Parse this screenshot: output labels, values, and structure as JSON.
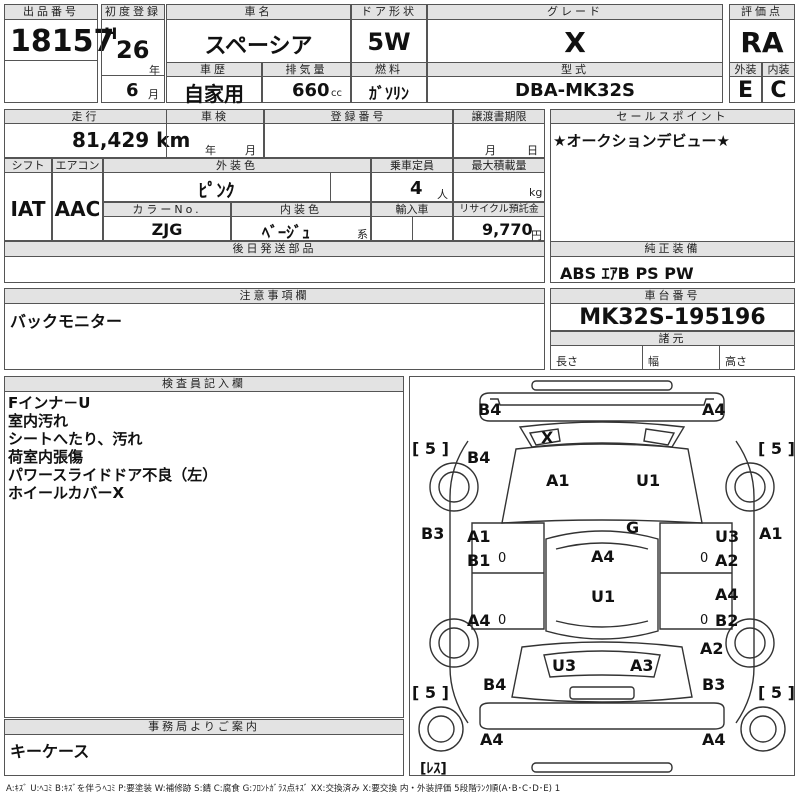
{
  "headers": {
    "lot_no": "出品番号",
    "first_reg": "初度登録",
    "car_name": "車名",
    "door": "ドア形状",
    "grade": "グレード",
    "rating": "評価点",
    "history": "車歴",
    "displacement": "排気量",
    "fuel": "燃料",
    "model_type": "型式",
    "exterior": "外装",
    "interior": "内装",
    "mileage": "走行",
    "inspection": "車検",
    "reg_no": "登録番号",
    "transfer_deadline": "譲渡書期限",
    "sales_point": "セールスポイント",
    "shift": "シフト",
    "aircon": "エアコン",
    "ext_color": "外装色",
    "capacity": "乗車定員",
    "max_load": "最大積載量",
    "color_no": "カラーNo.",
    "int_color": "内装色",
    "import": "輸入車",
    "recycle": "リサイクル預託金",
    "later_parts": "後日発送部品",
    "genuine": "純正装備",
    "caution": "注意事項欄",
    "chassis_no": "車台番号",
    "specs": "諸元",
    "inspector": "検査員記入欄",
    "office": "事務局よりご案内"
  },
  "lot_no": "18157",
  "era": "H",
  "year": "26",
  "year_unit": "年",
  "month": "6",
  "month_unit": "月",
  "car_name": "スペーシア",
  "door": "5W",
  "grade": "X",
  "rating": "RA",
  "history": "自家用",
  "displacement": "660",
  "displacement_unit": "cc",
  "fuel": "ｶﾞｿﾘﾝ",
  "model_type": "DBA-MK32S",
  "exterior_grade": "E",
  "interior_grade": "C",
  "mileage": "81,429 km",
  "inspection_year_unit": "年",
  "inspection_month_unit": "月",
  "transfer_month_unit": "月",
  "transfer_day_unit": "日",
  "sales_point_text": "★オークションデビュー★",
  "shift": "IAT",
  "aircon": "AAC",
  "ext_color": "ﾋﾟﾝｸ",
  "capacity": "4",
  "capacity_unit": "人",
  "max_load_unit": "kg",
  "color_no": "ZJG",
  "int_color": "ﾍﾞｰｼﾞｭ",
  "int_color_suffix": "系",
  "recycle": "9,770",
  "recycle_unit": "円",
  "genuine": "ABS ｴｱB PS PW",
  "caution_text": "バックモニター",
  "chassis_no": "MK32S-195196",
  "spec_length": "長さ",
  "spec_width": "幅",
  "spec_height": "高さ",
  "inspector_notes": [
    "Fインナ－U",
    "室内汚れ",
    "シートへたり、汚れ",
    "荷室内張傷",
    "パワースライドドア不良（左）",
    "ホイールカバーX"
  ],
  "office_text": "キーケース",
  "diagram": {
    "b4_tl": "B4",
    "a4_tr": "A4",
    "x_glass": "X",
    "tire_fl": "[ 5 ]",
    "tire_fr": "[ 5 ]",
    "b4_l": "B4",
    "a1_hood": "A1",
    "u1_hood": "U1",
    "b3_l": "B3",
    "a1_r": "A1",
    "a1_ld": "A1",
    "b1_ld": "B1",
    "zero_l": "0",
    "g_glass": "G",
    "u3_rd": "U3",
    "a2_rd": "A2",
    "zero_r": "0",
    "a4_roof": "A4",
    "u1_roof": "U1",
    "a4_rr": "A4",
    "b2_rr": "B2",
    "zero_l2": "0",
    "zero_r2": "0",
    "a4_lr": "A4",
    "a2_r": "A2",
    "u3_rear": "U3",
    "a3_rear": "A3",
    "b4_lq": "B4",
    "b3_rq": "B3",
    "tire_rl": "[ 5 ]",
    "tire_rr": "[ 5 ]",
    "a4_bl": "A4",
    "a4_br": "A4",
    "spare": "[ﾚｽ]"
  },
  "legend": "A:ｷｽﾞ U:ﾍｺﾐ B:ｷｽﾞを伴うﾍｺﾐ P:要塗装 W:補修跡 S:錆 C:腐食 G:ﾌﾛﾝﾄｶﾞﾗｽ点ｷｽﾞ XX:交換済み X:要交換 内・外装評価 5段階ﾗﾝｸ順(A･B･C･D･E) 1"
}
